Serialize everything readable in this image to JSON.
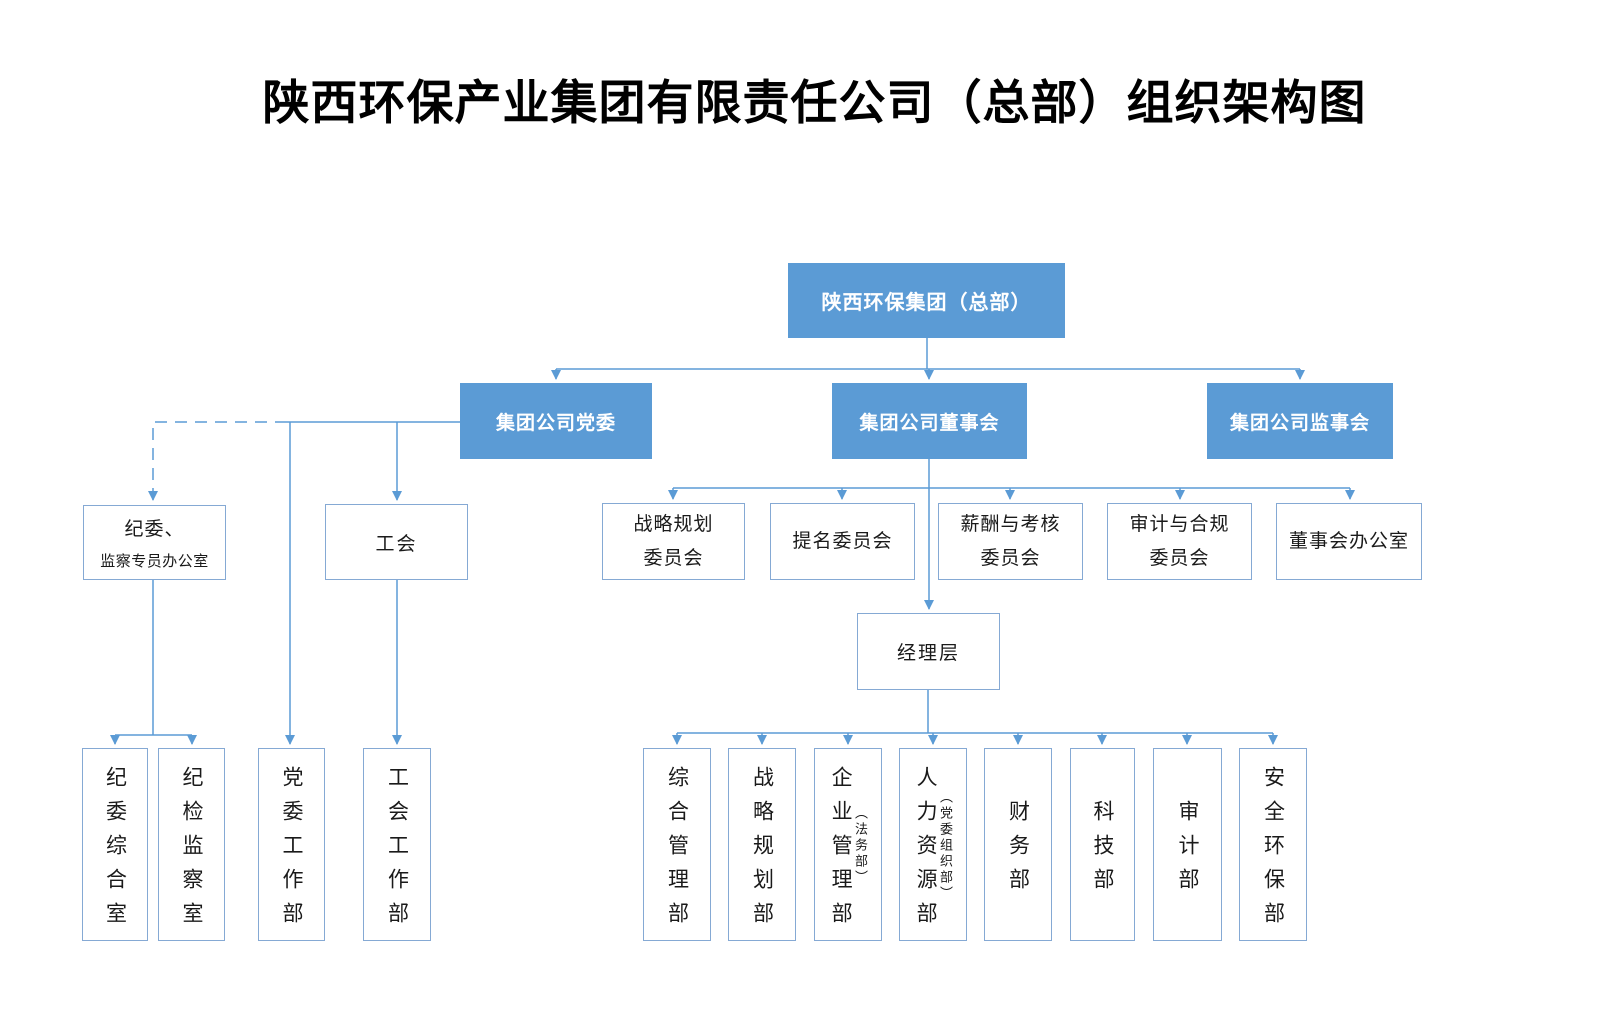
{
  "title": "陕西环保产业集团有限责任公司（总部）组织架构图",
  "org": {
    "root": {
      "label": "陕西环保集团（总部）"
    },
    "party": {
      "label": "集团公司党委"
    },
    "board": {
      "label": "集团公司董事会"
    },
    "supervisory": {
      "label": "集团公司监事会"
    },
    "discipline": {
      "line1": "纪委、",
      "line2": "监察专员办公室"
    },
    "union": {
      "label": "工会"
    },
    "management": {
      "label": "经理层"
    },
    "committees": [
      {
        "lines": [
          "战略规划",
          "委员会"
        ]
      },
      {
        "lines": [
          "提名委员会"
        ]
      },
      {
        "lines": [
          "薪酬与考核",
          "委员会"
        ]
      },
      {
        "lines": [
          "审计与合规",
          "委员会"
        ]
      },
      {
        "lines": [
          "董事会办公室"
        ]
      }
    ],
    "party_depts": [
      {
        "label": "纪委综合室"
      },
      {
        "label": "纪检监察室"
      },
      {
        "label": "党委工作部"
      },
      {
        "label": "工会工作部"
      }
    ],
    "departments": [
      {
        "label": "综合管理部"
      },
      {
        "label": "战略规划部"
      },
      {
        "label": "企业管理部",
        "sub": "（法务部）"
      },
      {
        "label": "人力资源部",
        "sub": "（党委组织部）"
      },
      {
        "label": "财务部"
      },
      {
        "label": "科技部"
      },
      {
        "label": "审计部"
      },
      {
        "label": "安全环保部"
      }
    ],
    "colors": {
      "node_fill_blue": "#5B9BD5",
      "node_text_on_blue": "#FFFFFF",
      "connector_line": "#5B9BD5",
      "box_border": "#85A9D4",
      "text": "#1A1A1A"
    }
  }
}
